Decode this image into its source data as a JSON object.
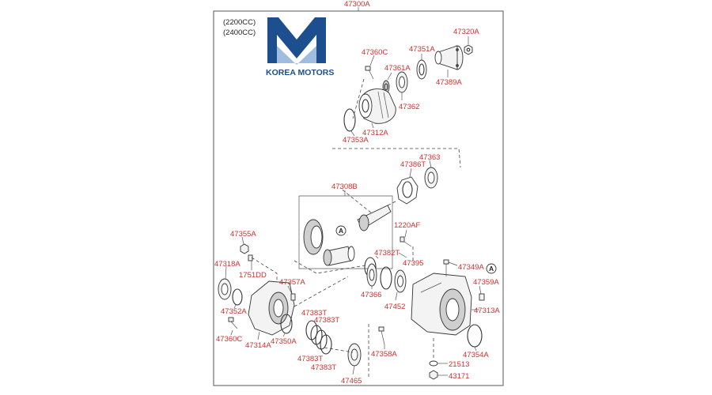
{
  "assembly": {
    "top_part": "47300A",
    "engine_notes": [
      "(2200CC)",
      "(2400CC)"
    ]
  },
  "brand": {
    "name": "KOREA MOTORS"
  },
  "callouts": [
    "A",
    "A"
  ],
  "part_numbers": {
    "p47320A": "47320A",
    "p47360C_top": "47360C",
    "p47351A": "47351A",
    "p47361A": "47361A",
    "p47389A": "47389A",
    "p47362": "47362",
    "p47312A": "47312A",
    "p47353A": "47353A",
    "p47363": "47363",
    "p47386T": "47386T",
    "p47308B": "47308B",
    "p1220AF": "1220AF",
    "p47355A": "47355A",
    "p47318A": "47318A",
    "p1751DD": "1751DD",
    "p47357A": "47357A",
    "p47382T": "47382T",
    "p47395": "47395",
    "p47349A": "47349A",
    "p47359A": "47359A",
    "p47352A": "47352A",
    "p47366": "47366",
    "p47452": "47452",
    "p47313A": "47313A",
    "p47383T_a": "47383T",
    "p47383T_b": "47383T",
    "p47383T_c": "47383T",
    "p47383T_d": "47383T",
    "p47360C_bottom": "47360C",
    "p47314A": "47314A",
    "p47350A": "47350A",
    "p47358A": "47358A",
    "p47354A": "47354A",
    "p21513": "21513",
    "p47465": "47465",
    "p43171": "43171"
  }
}
